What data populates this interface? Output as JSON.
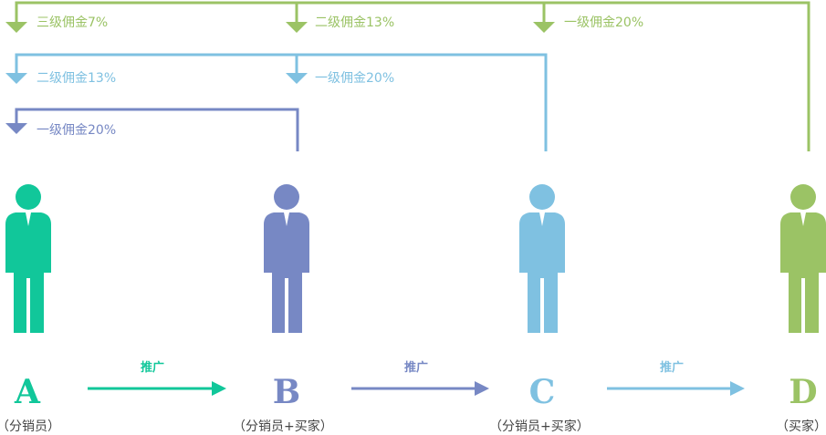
{
  "colors": {
    "A": "#11c79a",
    "B": "#7788c4",
    "C": "#7fc1e1",
    "D": "#9bc365"
  },
  "commissions": {
    "from_D": {
      "to_A": "三级佣金7%",
      "to_B": "二级佣金13%",
      "to_C": "一级佣金20%"
    },
    "from_C": {
      "to_A": "二级佣金13%",
      "to_B": "一级佣金20%"
    },
    "from_B": {
      "to_A": "一级佣金20%"
    }
  },
  "people": [
    {
      "letter": "A",
      "role": "（分销员）",
      "icon": "person-icon"
    },
    {
      "letter": "B",
      "role": "（分销员+买家）",
      "icon": "person-icon"
    },
    {
      "letter": "C",
      "role": "（分销员+买家）",
      "icon": "person-icon"
    },
    {
      "letter": "D",
      "role": "（买家）",
      "icon": "person-icon"
    }
  ],
  "promotions": [
    {
      "label": "推广"
    },
    {
      "label": "推广"
    },
    {
      "label": "推广"
    }
  ]
}
